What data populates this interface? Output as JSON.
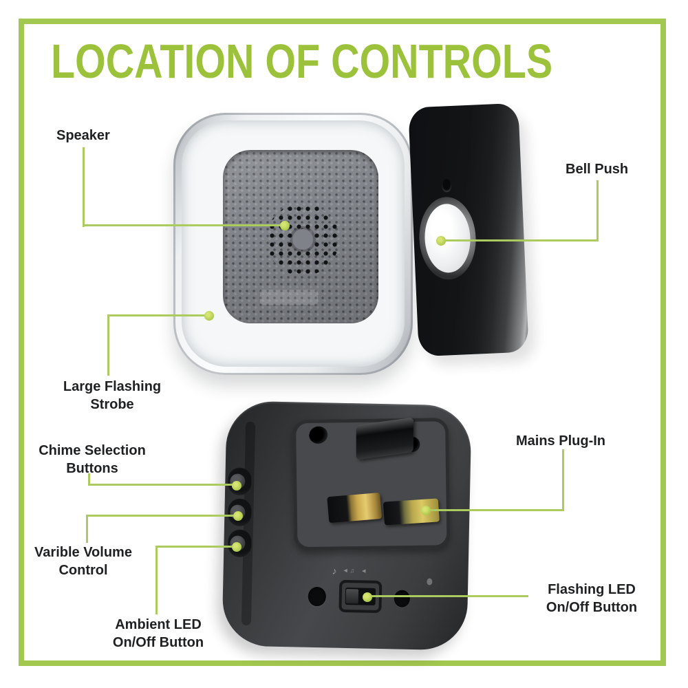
{
  "title": {
    "text": "LOCATION OF CONTROLS"
  },
  "colors": {
    "accent_green": "#9cc23c",
    "frame_green": "#a3c84f",
    "line_green": "#abcb5e",
    "dot_green": "#a9c748",
    "label_black": "#1f2022"
  },
  "labels": {
    "speaker": {
      "text": "Speaker"
    },
    "bell_push": {
      "text": "Bell Push"
    },
    "strobe": {
      "line1": "Large Flashing",
      "line2": "Strobe"
    },
    "chime_selection": {
      "line1": "Chime Selection",
      "line2": "Buttons"
    },
    "volume": {
      "line1": "Varible Volume",
      "line2": "Control"
    },
    "ambient_led": {
      "line1": "Ambient LED",
      "line2": "On/Off Button"
    },
    "mains": {
      "text": "Mains Plug-In"
    },
    "flashing_led": {
      "line1": "Flashing LED",
      "line2": "On/Off Button"
    }
  },
  "device_icons": {
    "music_note": "♪",
    "arrow_note": "◄♫",
    "arrow": "◄"
  }
}
